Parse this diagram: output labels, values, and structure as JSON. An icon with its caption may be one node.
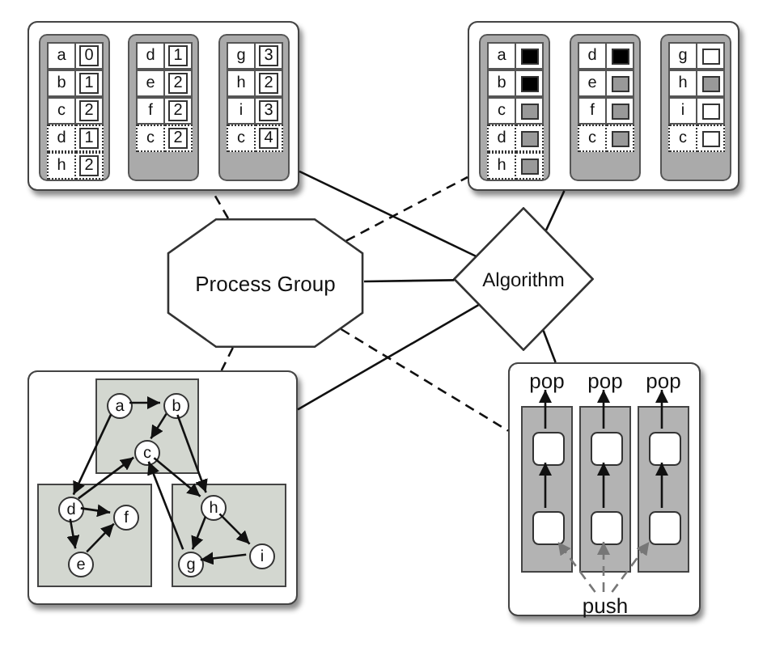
{
  "diagram": {
    "nodes": [
      {
        "text": [],
        "shape": "box"
      },
      {
        "text": [],
        "shape": "box"
      },
      {
        "text": [
          "Process Group"
        ]
      },
      {
        "text": [
          "Algorithm"
        ]
      },
      {
        "text": [],
        "shape": "box"
      },
      {
        "text": [],
        "shape": "box",
        "in": 4
      },
      {
        "text": [
          "a"
        ],
        "in": 5
      },
      {
        "text": [
          "b"
        ],
        "in": 5
      },
      {
        "text": [
          "c"
        ],
        "in": 5
      },
      {
        "text": [],
        "shape": "box",
        "in": 4
      },
      {
        "text": [
          "d"
        ],
        "in": 9
      },
      {
        "text": [
          "f"
        ],
        "in": 9
      },
      {
        "text": [
          "e"
        ],
        "in": 9
      },
      {
        "text": [],
        "shape": "box",
        "in": 4
      },
      {
        "text": [
          "h"
        ],
        "in": 13
      },
      {
        "text": [
          "i"
        ],
        "in": 13
      },
      {
        "text": [
          "g"
        ],
        "in": 13
      },
      {
        "text": [],
        "shape": "box"
      },
      {
        "text": [
          "pop"
        ],
        "in": 17
      },
      {
        "text": [
          "pop"
        ],
        "in": 17
      },
      {
        "text": [
          "pop"
        ],
        "in": 17
      },
      {
        "text": [],
        "shape": "bar",
        "in": 17
      },
      {
        "text": [],
        "shape": "box",
        "in": 21
      },
      {
        "text": [],
        "shape": "box",
        "in": 21
      },
      {
        "text": [],
        "shape": "bar",
        "in": 17
      },
      {
        "text": [],
        "shape": "box",
        "in": 24
      },
      {
        "text": [],
        "shape": "box",
        "in": 24
      },
      {
        "text": [],
        "shape": "bar",
        "in": 17
      },
      {
        "text": [],
        "shape": "box",
        "in": 27
      },
      {
        "text": [],
        "shape": "box",
        "in": 27
      },
      {
        "text": [
          "push"
        ],
        "in": 17
      }
    ],
    "edges": [
      {
        "from": 2,
        "to": 0,
        "arrow": "none",
        "style": "dashed"
      },
      {
        "from": 2,
        "to": 1,
        "arrow": "none",
        "style": "dashed"
      },
      {
        "from": 2,
        "to": 4,
        "arrow": "none",
        "style": "dashed"
      },
      {
        "from": 2,
        "to": 17,
        "arrow": "none",
        "style": "dashed"
      },
      {
        "from": 2,
        "to": 3,
        "arrow": "none"
      },
      {
        "from": 3,
        "to": 0,
        "arrow": "none"
      },
      {
        "from": 3,
        "to": 1,
        "arrow": "none"
      },
      {
        "from": 3,
        "to": 4,
        "arrow": "none"
      },
      {
        "from": 3,
        "to": 17,
        "arrow": "none"
      },
      {
        "from": 6,
        "to": 7,
        "arrow": "to"
      },
      {
        "from": 7,
        "to": 8,
        "arrow": "to"
      },
      {
        "from": 6,
        "to": 10,
        "arrow": "to"
      },
      {
        "from": 10,
        "to": 8,
        "arrow": "to"
      },
      {
        "from": 8,
        "to": 14,
        "arrow": "to"
      },
      {
        "from": 7,
        "to": 14,
        "arrow": "to"
      },
      {
        "from": 10,
        "to": 11,
        "arrow": "to"
      },
      {
        "from": 10,
        "to": 12,
        "arrow": "to"
      },
      {
        "from": 12,
        "to": 11,
        "arrow": "to"
      },
      {
        "from": 14,
        "to": 16,
        "arrow": "to"
      },
      {
        "from": 14,
        "to": 15,
        "arrow": "to"
      },
      {
        "from": 15,
        "to": 16,
        "arrow": "to"
      },
      {
        "from": 16,
        "to": 8,
        "arrow": "to"
      },
      {
        "from": 23,
        "to": 22,
        "arrow": "to"
      },
      {
        "from": 22,
        "to": 18,
        "arrow": "to"
      },
      {
        "from": 26,
        "to": 25,
        "arrow": "to"
      },
      {
        "from": 25,
        "to": 19,
        "arrow": "to"
      },
      {
        "from": 29,
        "to": 28,
        "arrow": "to"
      },
      {
        "from": 28,
        "to": 20,
        "arrow": "to"
      },
      {
        "from": 30,
        "to": 23,
        "arrow": "to",
        "style": "dashed",
        "color": "#777777"
      },
      {
        "from": 30,
        "to": 26,
        "arrow": "to",
        "style": "dashed",
        "color": "#777777"
      },
      {
        "from": 30,
        "to": 29,
        "arrow": "to",
        "style": "dashed",
        "color": "#777777"
      }
    ],
    "labels": [
      "a",
      "0",
      "b",
      "1",
      "c",
      "2",
      "d",
      "1",
      "h",
      "2",
      "d",
      "1",
      "e",
      "2",
      "f",
      "2",
      "c",
      "2",
      "g",
      "3",
      "h",
      "2",
      "i",
      "3",
      "c",
      "4",
      "a",
      "b",
      "c",
      "d",
      "h",
      "d",
      "e",
      "f",
      "c",
      "g",
      "h",
      "i",
      "c"
    ]
  }
}
